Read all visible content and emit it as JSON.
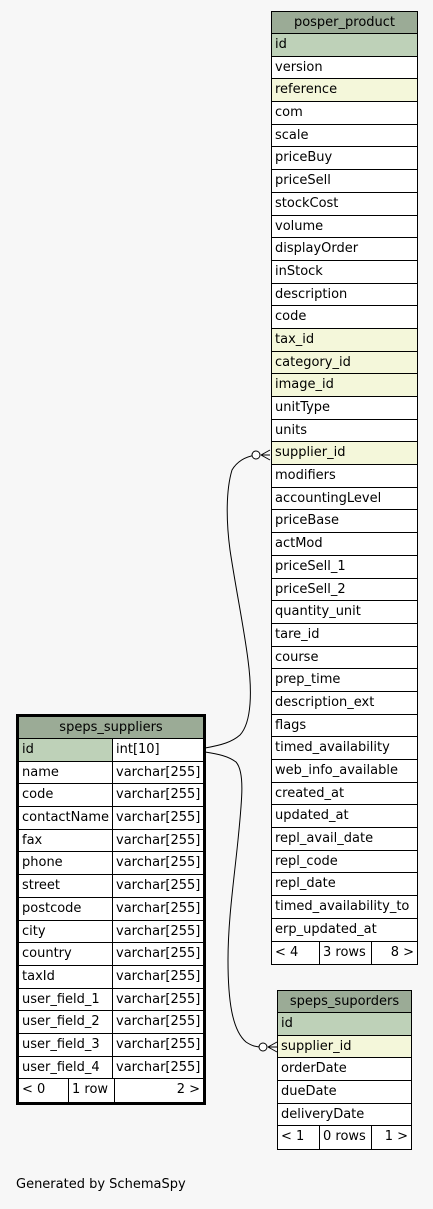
{
  "posper_product": {
    "title": "posper_product",
    "columns": [
      "id",
      "version",
      "reference",
      "com",
      "scale",
      "priceBuy",
      "priceSell",
      "stockCost",
      "volume",
      "displayOrder",
      "inStock",
      "description",
      "code",
      "tax_id",
      "category_id",
      "image_id",
      "unitType",
      "units",
      "supplier_id",
      "modifiers",
      "accountingLevel",
      "priceBase",
      "actMod",
      "priceSell_1",
      "priceSell_2",
      "quantity_unit",
      "tare_id",
      "course",
      "prep_time",
      "description_ext",
      "flags",
      "timed_availability",
      "web_info_available",
      "created_at",
      "updated_at",
      "repl_avail_date",
      "repl_code",
      "repl_date",
      "timed_availability_to",
      "erp_updated_at"
    ],
    "footer": [
      "< 4",
      "3 rows",
      "8 >"
    ]
  },
  "speps_suppliers": {
    "title": "speps_suppliers",
    "columns": [
      {
        "name": "id",
        "type": "int[10]"
      },
      {
        "name": "name",
        "type": "varchar[255]"
      },
      {
        "name": "code",
        "type": "varchar[255]"
      },
      {
        "name": "contactName",
        "type": "varchar[255]"
      },
      {
        "name": "fax",
        "type": "varchar[255]"
      },
      {
        "name": "phone",
        "type": "varchar[255]"
      },
      {
        "name": "street",
        "type": "varchar[255]"
      },
      {
        "name": "postcode",
        "type": "varchar[255]"
      },
      {
        "name": "city",
        "type": "varchar[255]"
      },
      {
        "name": "country",
        "type": "varchar[255]"
      },
      {
        "name": "taxId",
        "type": "varchar[255]"
      },
      {
        "name": "user_field_1",
        "type": "varchar[255]"
      },
      {
        "name": "user_field_2",
        "type": "varchar[255]"
      },
      {
        "name": "user_field_3",
        "type": "varchar[255]"
      },
      {
        "name": "user_field_4",
        "type": "varchar[255]"
      }
    ],
    "footer": [
      "< 0",
      "1 row",
      "2 >"
    ]
  },
  "speps_suporders": {
    "title": "speps_suporders",
    "columns": [
      "id",
      "supplier_id",
      "orderDate",
      "dueDate",
      "deliveryDate"
    ],
    "footer": [
      "< 1",
      "0 rows",
      "1 >"
    ]
  },
  "credit": "Generated by SchemaSpy",
  "colors": {
    "header": "#9bab96",
    "primary_key": "#bed1b8",
    "foreign_key": "#f4f7da"
  }
}
